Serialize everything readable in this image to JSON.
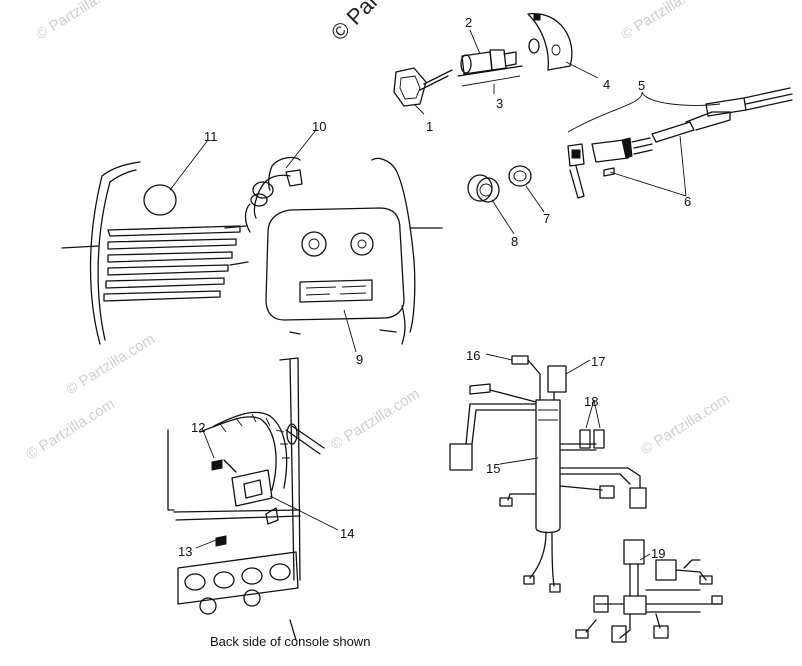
{
  "watermark": "© Partzilla.com",
  "watermark_top": "© Partz",
  "caption": "Back side of console shown",
  "callouts": [
    "1",
    "2",
    "3",
    "4",
    "5",
    "6",
    "7",
    "8",
    "9",
    "10",
    "11",
    "12",
    "13",
    "14",
    "15",
    "16",
    "17",
    "18",
    "19"
  ]
}
